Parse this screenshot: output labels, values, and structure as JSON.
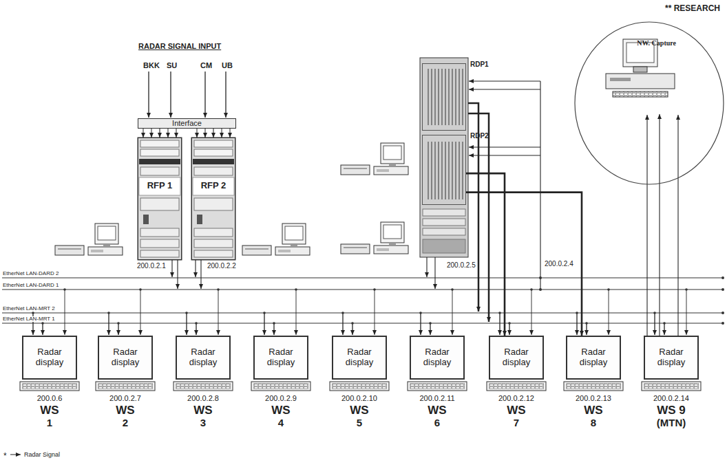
{
  "diagram": {
    "nodes": [
      {
        "text": [
          "** RESEARCH"
        ]
      },
      {
        "text": [
          "NW. Capture"
        ],
        "in": 0
      },
      {
        "text": [
          "Interface"
        ]
      },
      {
        "text": [
          "RFP 1"
        ]
      },
      {
        "text": [
          "RFP 2"
        ]
      },
      {
        "text": [
          "RDP1"
        ]
      },
      {
        "text": [
          "RDP2"
        ]
      },
      {
        "text": [
          "Radar display",
          "200.0.6",
          "WS",
          "1"
        ]
      },
      {
        "text": [
          "Radar display",
          "200.0.2.7",
          "WS",
          "2"
        ]
      },
      {
        "text": [
          "Radar display",
          "200.0.2.8",
          "WS",
          "3"
        ]
      },
      {
        "text": [
          "Radar display",
          "200.0.2.9",
          "WS",
          "4"
        ]
      },
      {
        "text": [
          "Radar display",
          "200.0.2.10",
          "WS",
          "5"
        ]
      },
      {
        "text": [
          "Radar display",
          "200.0.2.11",
          "WS",
          "6"
        ]
      },
      {
        "text": [
          "Radar display",
          "200.0.2.12",
          "WS",
          "7"
        ]
      },
      {
        "text": [
          "Radar display",
          "200.0.2.13",
          "WS",
          "8"
        ]
      },
      {
        "text": [
          "Radar display",
          "200.0.2.14",
          "WS 9",
          "(MTN)"
        ]
      }
    ],
    "edges": [
      {
        "from": 2,
        "to": 3,
        "arrow": "to"
      },
      {
        "from": 2,
        "to": 4,
        "arrow": "to"
      },
      {
        "from": 6,
        "to": 13,
        "arrow": "to"
      },
      {
        "from": 6,
        "to": 14,
        "arrow": "to"
      },
      {
        "from": 15,
        "to": 1,
        "arrow": "to"
      }
    ],
    "labels": [
      "RADAR SIGNAL INPUT",
      "BKK",
      "SU",
      "CM",
      "UB",
      "200.0.2.1",
      "200.0.2.2",
      "200.0.2.5",
      "200.0.2.4",
      "EtherNet LAN-DARD 2",
      "EtherNet LAN-DARD 1",
      "EtherNet LAN-MRT 2",
      "EtherNet LAN-MRT 1",
      "*"
    ],
    "legend": [
      {
        "text": "Radar Signal"
      }
    ]
  }
}
